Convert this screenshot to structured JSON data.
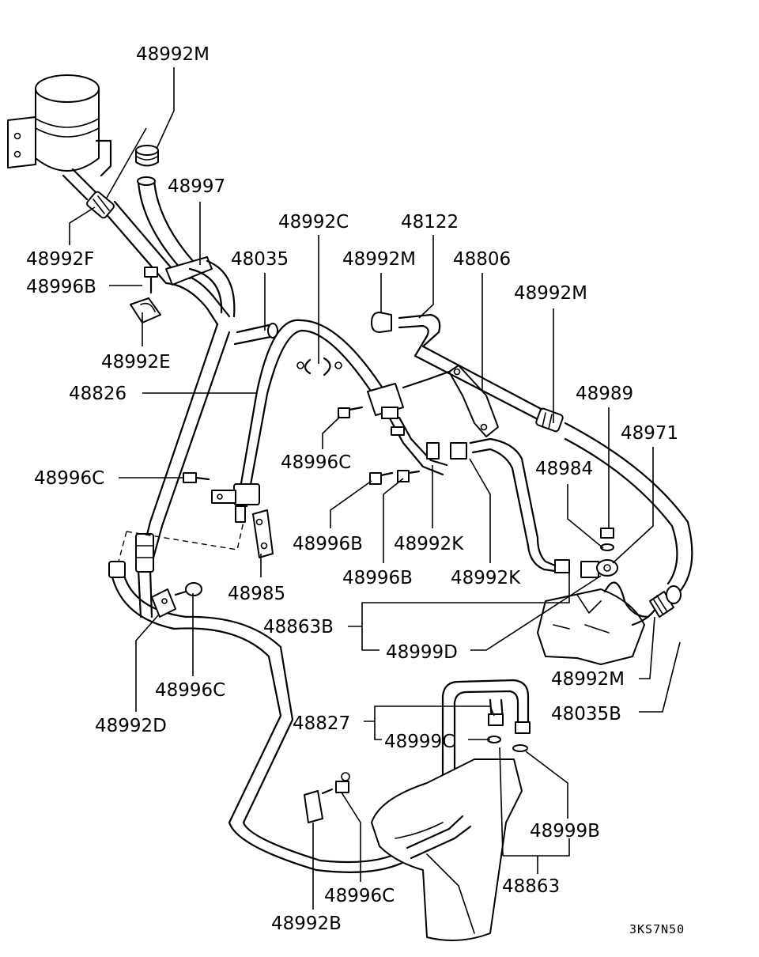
{
  "diagram_code": "3KS7N50",
  "labels": [
    {
      "id": "l0",
      "text": "48992M"
    },
    {
      "id": "l1",
      "text": "48997"
    },
    {
      "id": "l2",
      "text": "48992F"
    },
    {
      "id": "l3",
      "text": "48996B"
    },
    {
      "id": "l4",
      "text": "48992E"
    },
    {
      "id": "l5",
      "text": "48035"
    },
    {
      "id": "l6",
      "text": "48992C"
    },
    {
      "id": "l7",
      "text": "48122"
    },
    {
      "id": "l8",
      "text": "48992M"
    },
    {
      "id": "l9",
      "text": "48806"
    },
    {
      "id": "l10",
      "text": "48992M"
    },
    {
      "id": "l11",
      "text": "48826"
    },
    {
      "id": "l12",
      "text": "48989"
    },
    {
      "id": "l13",
      "text": "48971"
    },
    {
      "id": "l14",
      "text": "48996C"
    },
    {
      "id": "l15",
      "text": "48984"
    },
    {
      "id": "l16",
      "text": "48996C"
    },
    {
      "id": "l17",
      "text": "48996B"
    },
    {
      "id": "l18",
      "text": "48992K"
    },
    {
      "id": "l19",
      "text": "48996B"
    },
    {
      "id": "l20",
      "text": "48992K"
    },
    {
      "id": "l21",
      "text": "48985"
    },
    {
      "id": "l22",
      "text": "48863B"
    },
    {
      "id": "l23",
      "text": "48999D"
    },
    {
      "id": "l24",
      "text": "48996C"
    },
    {
      "id": "l25",
      "text": "48992M"
    },
    {
      "id": "l26",
      "text": "48035B"
    },
    {
      "id": "l27",
      "text": "48992D"
    },
    {
      "id": "l28",
      "text": "48827"
    },
    {
      "id": "l29",
      "text": "48999C"
    },
    {
      "id": "l30",
      "text": "48999B"
    },
    {
      "id": "l31",
      "text": "48863"
    },
    {
      "id": "l32",
      "text": "48996C"
    },
    {
      "id": "l33",
      "text": "48992B"
    }
  ]
}
